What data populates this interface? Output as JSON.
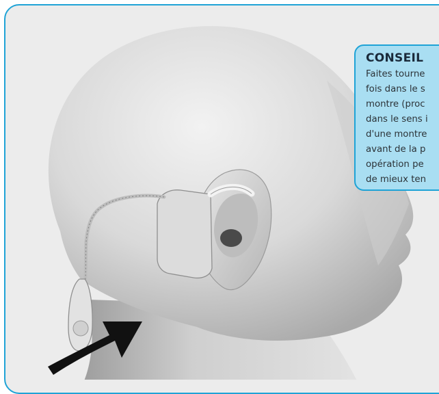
{
  "tip": {
    "title": "CONSEIL",
    "lines": [
      "Faites tourne",
      "fois dans le s",
      "montre (proc",
      "dans le sens i",
      "d'une montre",
      "avant de la p",
      "opération pe",
      "de mieux ten"
    ]
  },
  "illustration": {
    "subject": "head-with-hearing-device",
    "arrow_icon": "curved-arrow-icon"
  },
  "colors": {
    "frame_border": "#1fa3d6",
    "tip_background": "#a9def2",
    "background": "#ececec"
  }
}
